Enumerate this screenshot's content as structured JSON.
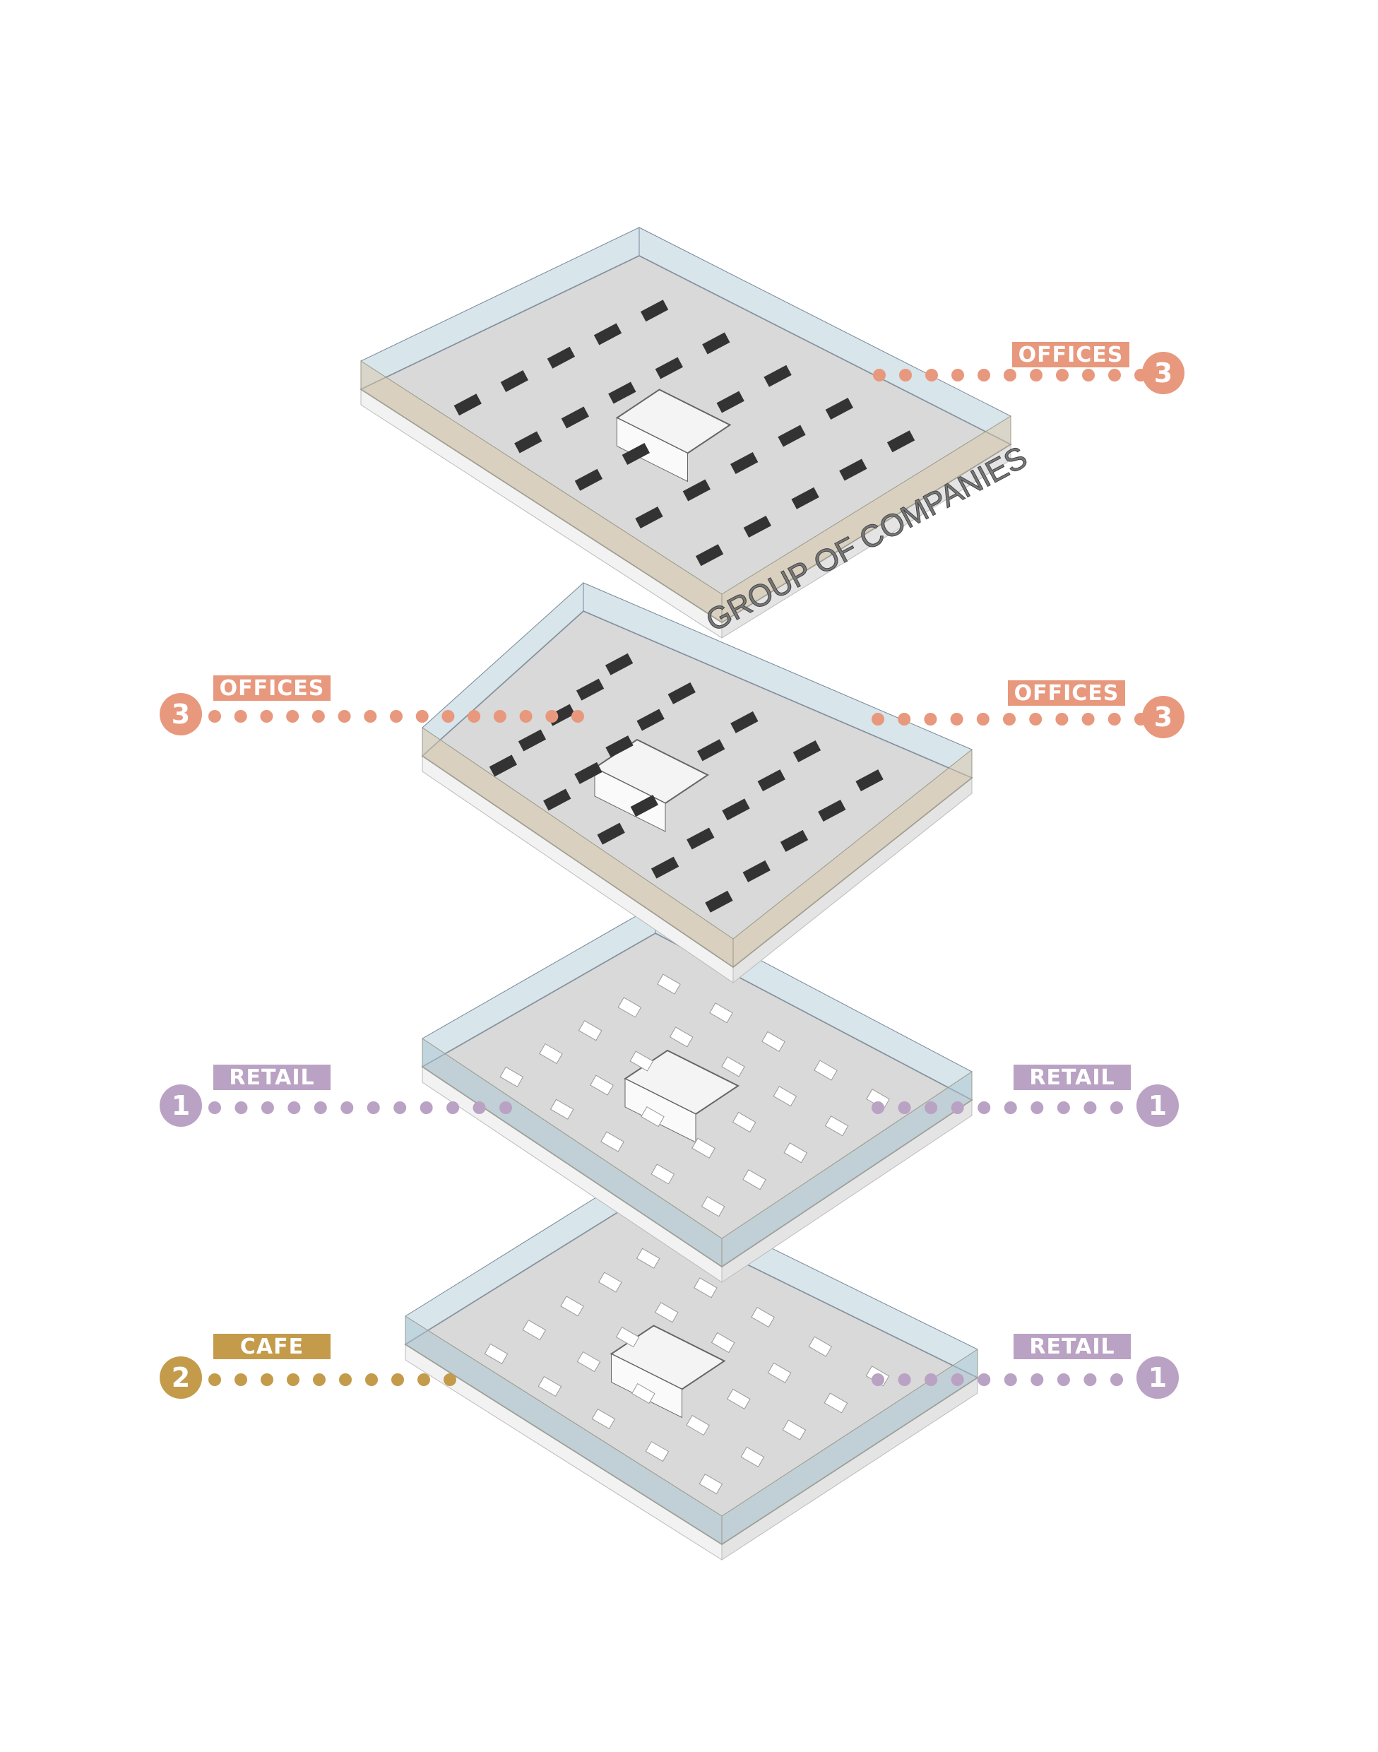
{
  "colors": {
    "offices": "#E8987D",
    "cafe": "#C39B4A",
    "retail": "#B9A2C3",
    "floor": "#D9D9D9",
    "glass": "#A9C6D3",
    "wood": "#D9C8A8"
  },
  "signage": "GROUP OF COMPANIES",
  "callouts": [
    {
      "label": "OFFICES",
      "number": "3",
      "category": "offices",
      "side": "right",
      "floor": "4"
    },
    {
      "label": "OFFICES",
      "number": "3",
      "category": "offices",
      "side": "left",
      "floor": "3"
    },
    {
      "label": "OFFICES",
      "number": "3",
      "category": "offices",
      "side": "right",
      "floor": "3"
    },
    {
      "label": "RETAIL",
      "number": "1",
      "category": "retail",
      "side": "left",
      "floor": "2"
    },
    {
      "label": "RETAIL",
      "number": "1",
      "category": "retail",
      "side": "right",
      "floor": "2"
    },
    {
      "label": "CAFE",
      "number": "2",
      "category": "cafe",
      "side": "left",
      "floor": "1"
    },
    {
      "label": "RETAIL",
      "number": "1",
      "category": "retail",
      "side": "right",
      "floor": "1"
    }
  ]
}
